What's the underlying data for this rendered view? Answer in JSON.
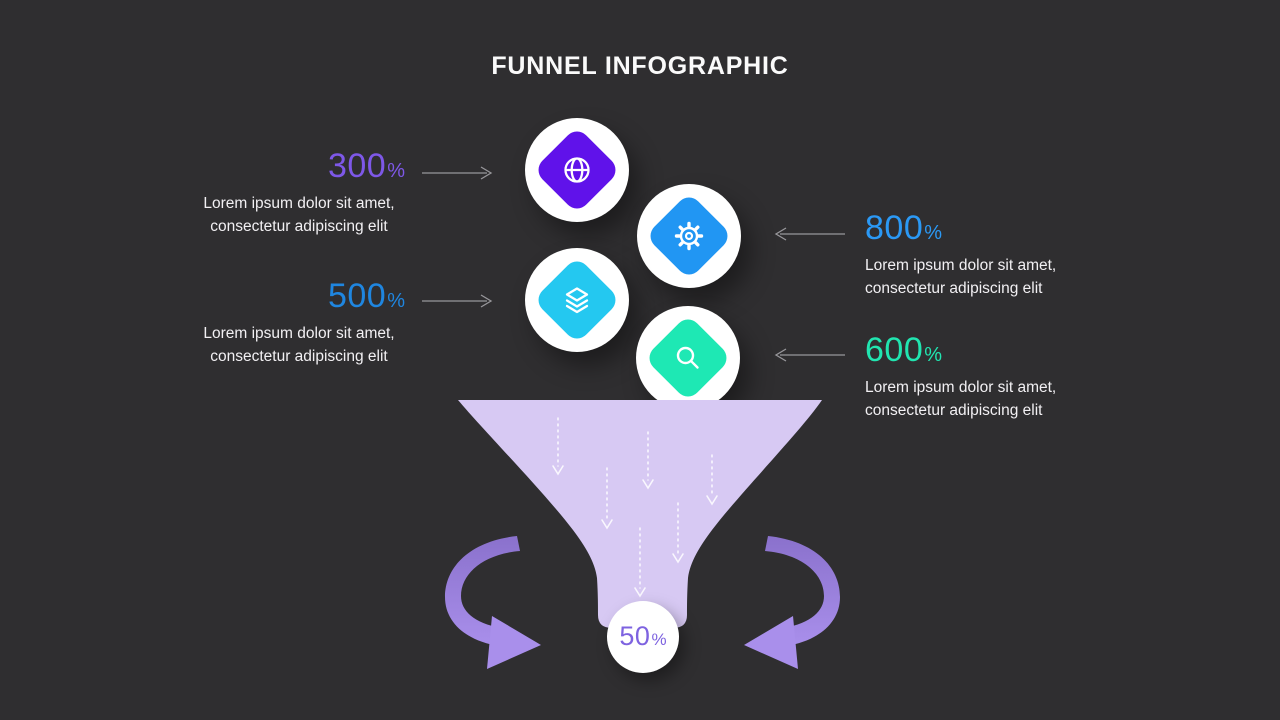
{
  "slide": {
    "title": "FUNNEL INFOGRAPHIC"
  },
  "chart_data": {
    "type": "funnel",
    "title": "FUNNEL INFOGRAPHIC",
    "stages": [
      {
        "value": 300,
        "unit": "%",
        "icon": "globe",
        "side": "left"
      },
      {
        "value": 800,
        "unit": "%",
        "icon": "gear",
        "side": "right"
      },
      {
        "value": 500,
        "unit": "%",
        "icon": "layers",
        "side": "left"
      },
      {
        "value": 600,
        "unit": "%",
        "icon": "search",
        "side": "right"
      }
    ],
    "result": {
      "value": 50,
      "unit": "%"
    }
  },
  "stages": [
    {
      "value": "300",
      "unit": "%",
      "accent": "#7e58e8",
      "diamond_color": "#6012ea",
      "description": "Lorem ipsum dolor sit amet,\nconsectetur adipiscing elit"
    },
    {
      "value": "800",
      "unit": "%",
      "accent": "#2b99f5",
      "diamond_color": "#2196f3",
      "description": "Lorem ipsum dolor sit amet,\nconsectetur adipiscing elit"
    },
    {
      "value": "500",
      "unit": "%",
      "accent": "#1f86e0",
      "diamond_color": "#24c8f0",
      "description": "Lorem ipsum dolor sit amet,\nconsectetur adipiscing elit"
    },
    {
      "value": "600",
      "unit": "%",
      "accent": "#21e5b0",
      "diamond_color": "#1ee8b4",
      "description": "Lorem ipsum dolor sit amet,\nconsectetur adipiscing elit"
    }
  ],
  "funnel": {
    "result_value": "50",
    "result_unit": "%",
    "result_color": "#7e63e0",
    "fill_color": "#d7c9f3",
    "ribbon_dark": "#8a71cc",
    "ribbon_light": "#a98feb"
  }
}
